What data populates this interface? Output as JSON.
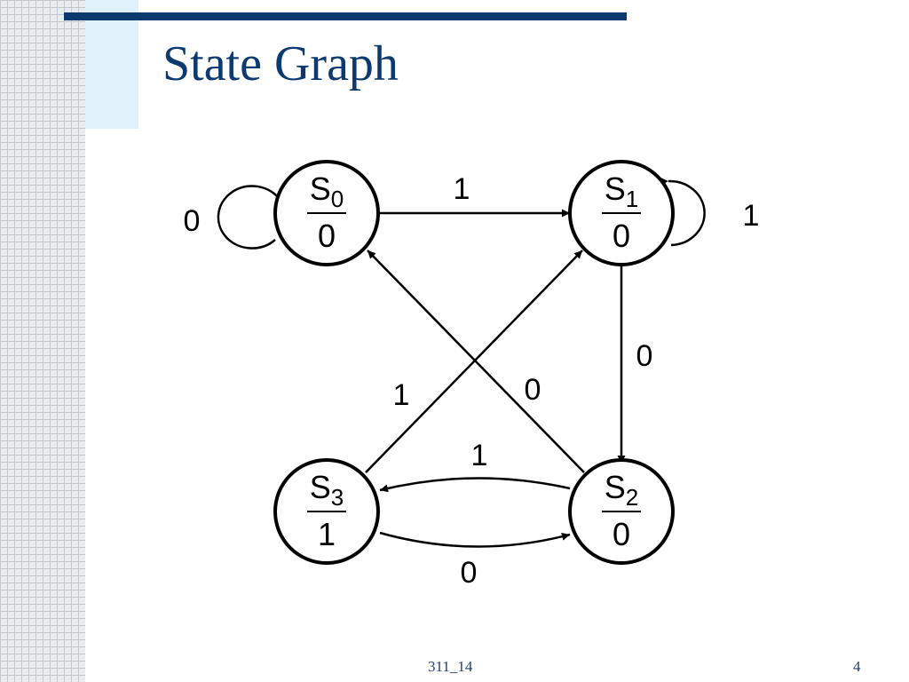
{
  "title": "State Graph",
  "footer": {
    "center": "311_14",
    "page": "4"
  },
  "states": [
    {
      "id": "s0",
      "name": "S",
      "sub": "0",
      "output": "0"
    },
    {
      "id": "s1",
      "name": "S",
      "sub": "1",
      "output": "0"
    },
    {
      "id": "s2",
      "name": "S",
      "sub": "2",
      "output": "0"
    },
    {
      "id": "s3",
      "name": "S",
      "sub": "3",
      "output": "1"
    }
  ],
  "transitions": [
    {
      "from": "s0",
      "to": "s0",
      "input": "0"
    },
    {
      "from": "s0",
      "to": "s1",
      "input": "1"
    },
    {
      "from": "s1",
      "to": "s1",
      "input": "1"
    },
    {
      "from": "s1",
      "to": "s2",
      "input": "0"
    },
    {
      "from": "s2",
      "to": "s0",
      "input": "0"
    },
    {
      "from": "s3",
      "to": "s1",
      "input": "1"
    },
    {
      "from": "s2",
      "to": "s3",
      "input": "1"
    },
    {
      "from": "s3",
      "to": "s2",
      "input": "0"
    }
  ],
  "colors": {
    "title": "#0d3a6e",
    "bar": "#0d3a6e",
    "footer": "#1f3f7a",
    "panel": "#e1f1fa"
  }
}
